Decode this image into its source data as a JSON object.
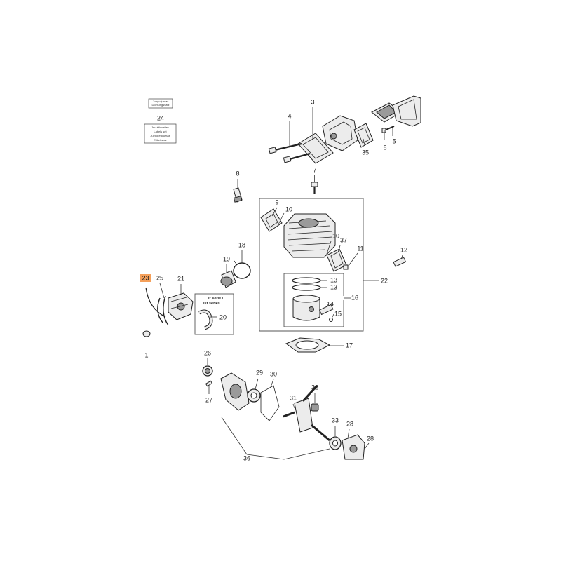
{
  "callouts": {
    "c1": "1",
    "c3": "3",
    "c4": "4",
    "c5": "5",
    "c6": "6",
    "c7": "7",
    "c8": "8",
    "c9": "9",
    "c10a": "10",
    "c10b": "10",
    "c12": "12",
    "c13a": "13",
    "c13b": "13",
    "c14": "14",
    "c15": "15",
    "c16": "16",
    "c17": "17",
    "c18": "18",
    "c19": "19",
    "c20": "20",
    "c21": "21",
    "c22": "22",
    "c23": "23",
    "c24": "24",
    "c25": "25",
    "c26": "26",
    "c27": "27",
    "c28a": "28",
    "c28b": "28",
    "c29": "29",
    "c30": "30",
    "c31": "31",
    "c32": "32",
    "c33": "33",
    "c35": "35",
    "c36": "36",
    "c37": "37",
    "c11": "11"
  },
  "series_note": {
    "line1": "I° serie /",
    "line2": "Ist series"
  },
  "label_sheet": {
    "top_line1": "Juego juntas",
    "top_line2": "Dichtungssatz",
    "bottom_line1": "Jeu étiquettes",
    "bottom_line2": "Labels set",
    "bottom_line3": "Juego etiquetas",
    "bottom_line4": "Etikettsatz"
  },
  "colors": {
    "highlight": "#f5a05a",
    "line": "#222222",
    "part_fill": "#ececec"
  }
}
